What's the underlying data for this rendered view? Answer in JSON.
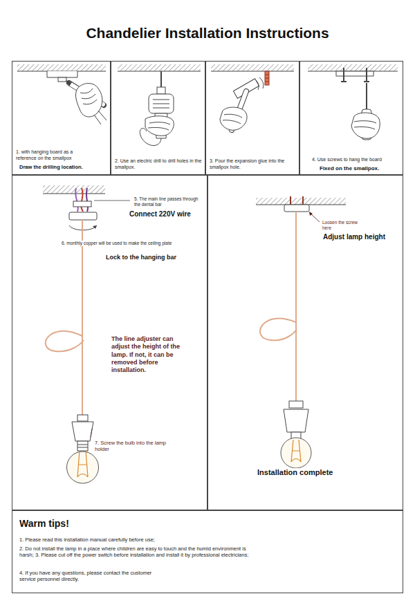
{
  "diagram": {
    "title": "Chandelier Installation Instructions",
    "nodes": [
      {
        "text": [
          "1. with hanging board as a reference on the smallpox",
          "Draw the drilling location."
        ]
      },
      {
        "text": [
          "2. Use an electric drill to drill holes in the smallpox."
        ]
      },
      {
        "text": [
          "3. Pour the expansion glue into the smallpox hole."
        ]
      },
      {
        "text": [
          "4. Use screws to hang the board",
          "Fixed on the smallpox."
        ]
      },
      {
        "text": [
          "5. The main line passes through the dental bar",
          "Connect 220V wire",
          "6. monthly copper will be used to make the ceiling plate",
          "Lock to the hanging bar",
          "The line adjuster can adjust the height of the lamp. If not, it can be removed before installation.",
          "7. Screw the bulb into the lamp holder"
        ]
      },
      {
        "text": [
          "Loosen the screw here",
          "Adjust lamp height",
          "Installation complete"
        ]
      },
      {
        "text": [
          "Warm tips!",
          "1. Please read this installation manual carefully before use;",
          "2. Do not install the lamp in a place where children are easy to touch and the humid environment is harsh; 3. Please cut off the power switch before installation and install it by professional electricians;",
          "4. If you have any questions, please contact the customer service personnel directly."
        ]
      }
    ]
  }
}
